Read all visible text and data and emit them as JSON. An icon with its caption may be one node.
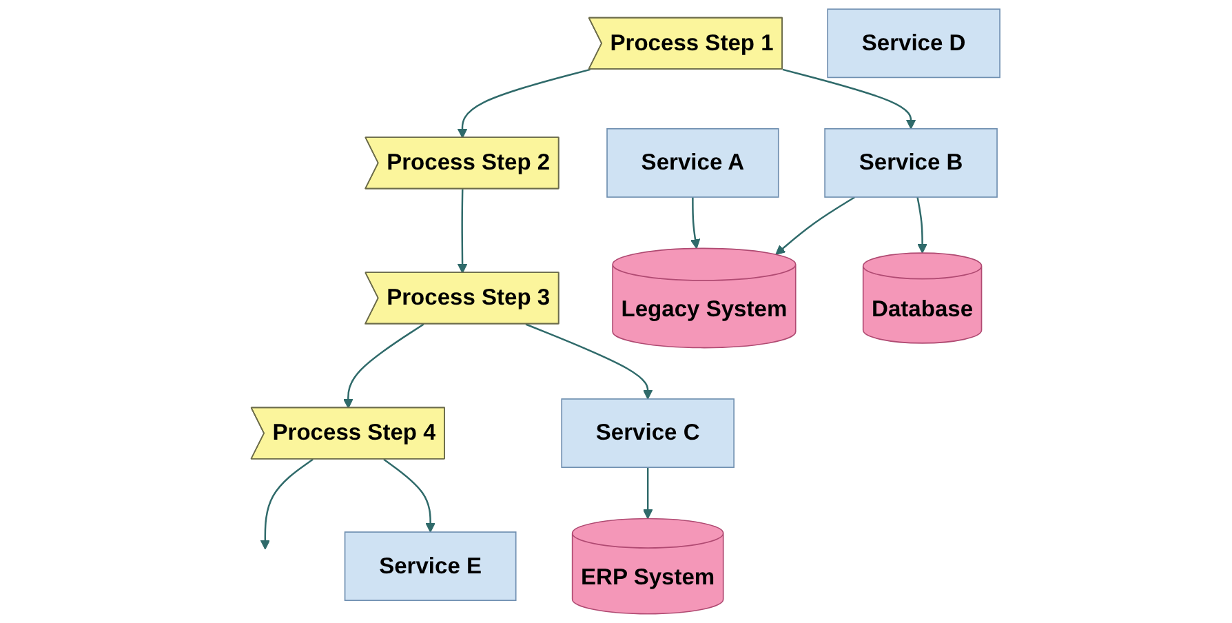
{
  "diagram": {
    "nodes": [
      {
        "text": [
          "Process Step 1"
        ]
      },
      {
        "text": [
          "Process Step 2"
        ]
      },
      {
        "text": [
          "Process Step 3"
        ]
      },
      {
        "text": [
          "Process Step 4"
        ]
      },
      {
        "text": [
          "Service A"
        ]
      },
      {
        "text": [
          "Service B"
        ]
      },
      {
        "text": [
          "Service C"
        ]
      },
      {
        "text": [
          "Service D"
        ]
      },
      {
        "text": [
          "Service E"
        ]
      },
      {
        "text": [
          "Legacy System"
        ]
      },
      {
        "text": [
          "Database"
        ]
      },
      {
        "text": [
          "ERP System"
        ]
      }
    ],
    "edges": [
      {
        "from": 0,
        "to": 1,
        "arrow": "to"
      },
      {
        "from": 1,
        "to": 2,
        "arrow": "to"
      },
      {
        "from": 2,
        "to": 3,
        "arrow": "to"
      },
      {
        "from": 3,
        "to": null,
        "arrow": "to"
      },
      {
        "from": 0,
        "to": 5,
        "arrow": "to"
      },
      {
        "from": 2,
        "to": 6,
        "arrow": "to"
      },
      {
        "from": 3,
        "to": 8,
        "arrow": "to"
      },
      {
        "from": 4,
        "to": 9,
        "arrow": "to"
      },
      {
        "from": 5,
        "to": 9,
        "arrow": "to"
      },
      {
        "from": 5,
        "to": 10,
        "arrow": "to"
      },
      {
        "from": 6,
        "to": 11,
        "arrow": "to"
      }
    ]
  }
}
